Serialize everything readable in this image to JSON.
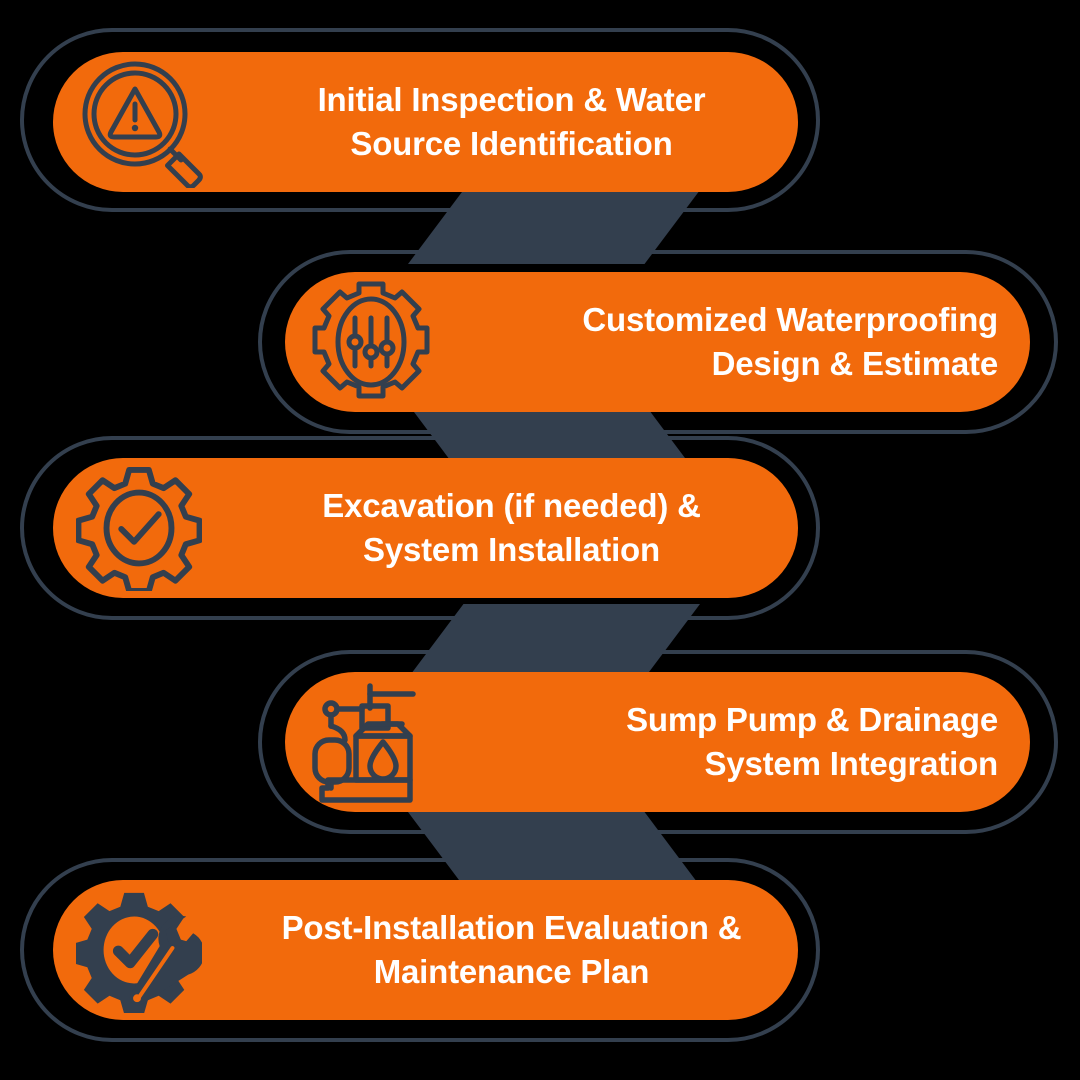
{
  "theme": {
    "background": "#000000",
    "accent_orange": "#F26A0C",
    "dark_slate": "#333F4E",
    "text_color": "#FFFFFF"
  },
  "infographic": {
    "type": "vertical-zigzag-process",
    "step_count": 5,
    "steps": [
      {
        "index": 1,
        "label": "Initial Inspection & Water\nSource Identification",
        "icon": "magnifier-warning-icon",
        "align": "left"
      },
      {
        "index": 2,
        "label": "Customized Waterproofing\nDesign & Estimate",
        "icon": "gear-settings-sliders-icon",
        "align": "right"
      },
      {
        "index": 3,
        "label": "Excavation (if needed) &\nSystem Installation",
        "icon": "gear-check-icon",
        "align": "left"
      },
      {
        "index": 4,
        "label": "Sump Pump & Drainage\nSystem Integration",
        "icon": "sump-pump-icon",
        "align": "right"
      },
      {
        "index": 5,
        "label": "Post-Installation Evaluation &\nMaintenance Plan",
        "icon": "gear-check-wrench-icon",
        "align": "left"
      }
    ],
    "connectors": [
      {
        "index": 1,
        "slant": "right"
      },
      {
        "index": 2,
        "slant": "left"
      },
      {
        "index": 3,
        "slant": "right"
      },
      {
        "index": 4,
        "slant": "left"
      }
    ]
  }
}
